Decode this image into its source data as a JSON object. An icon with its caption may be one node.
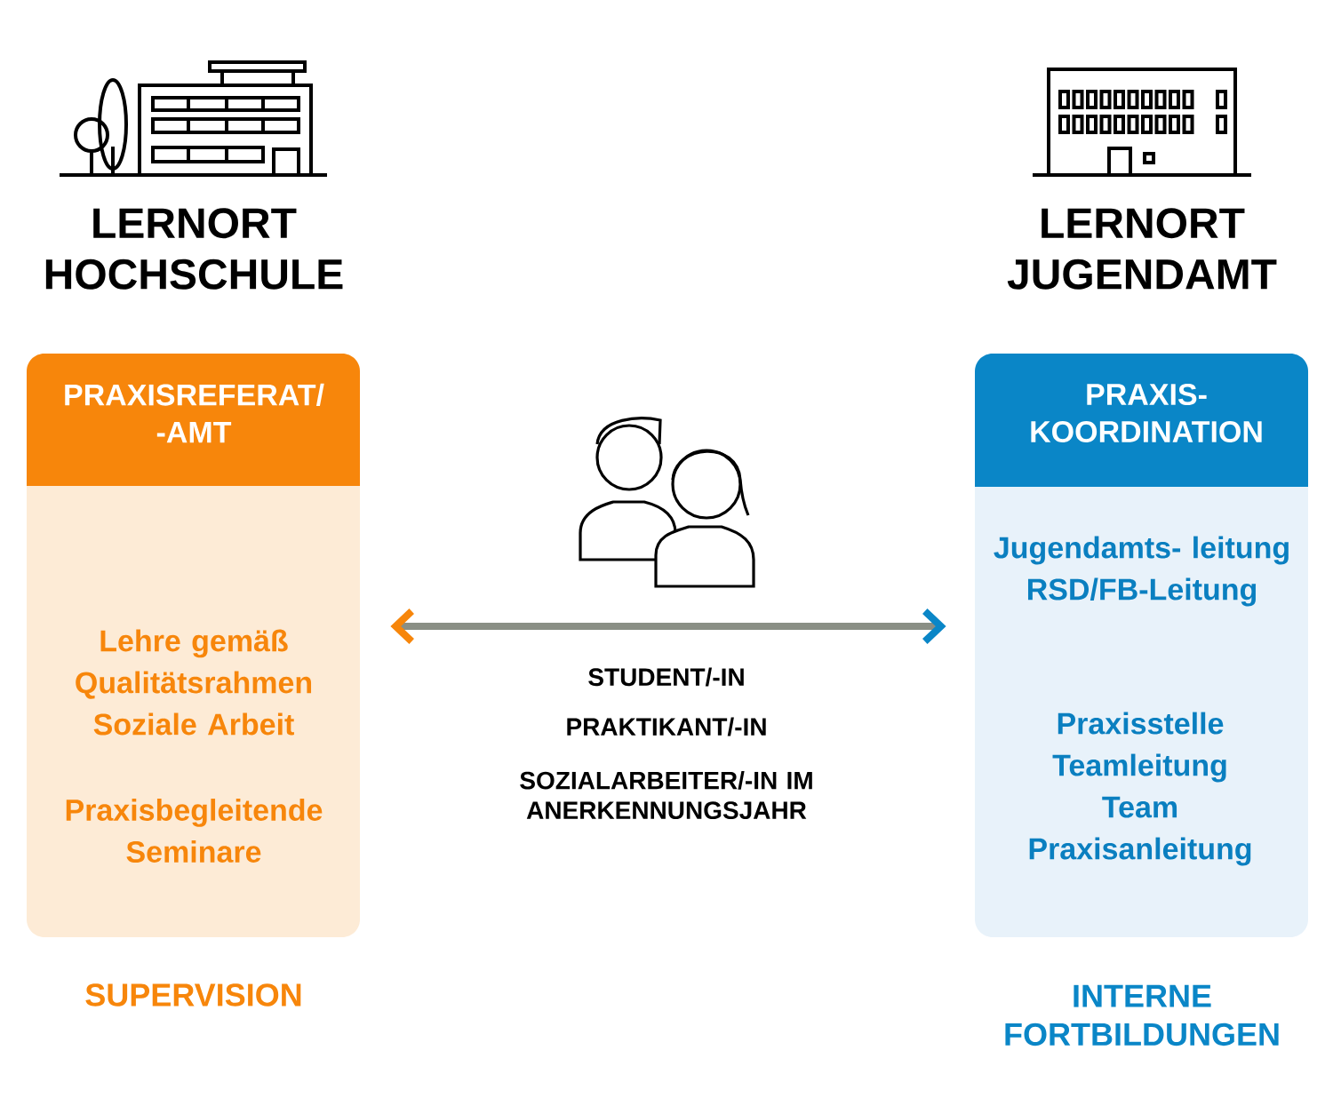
{
  "diagram": {
    "nodes": [
      {
        "text": [
          "PRAXISREFERAT/ -AMT",
          "Lehre gemäß Qualitätsrahmen Soziale Arbeit",
          "Praxisbegleitende Seminare"
        ]
      },
      {
        "text": [
          "PRAXIS- KOORDINATION",
          "Jugendamts- leitung RSD/FB-Leitung",
          "Praxisstelle Teamleitung Team Praxisanleitung"
        ]
      }
    ],
    "edges": [
      {
        "from": 0,
        "to": 1,
        "arrow": "both"
      }
    ],
    "labels": [
      "LERNORT HOCHSCHULE",
      "LERNORT JUGENDAMT",
      "STUDENT/-IN",
      "PRAKTIKANT/-IN",
      "SOZIALARBEITER/-IN IM ANERKENNUNGSJAHR",
      "SUPERVISION",
      "INTERNE FORTBILDUNGEN"
    ]
  }
}
